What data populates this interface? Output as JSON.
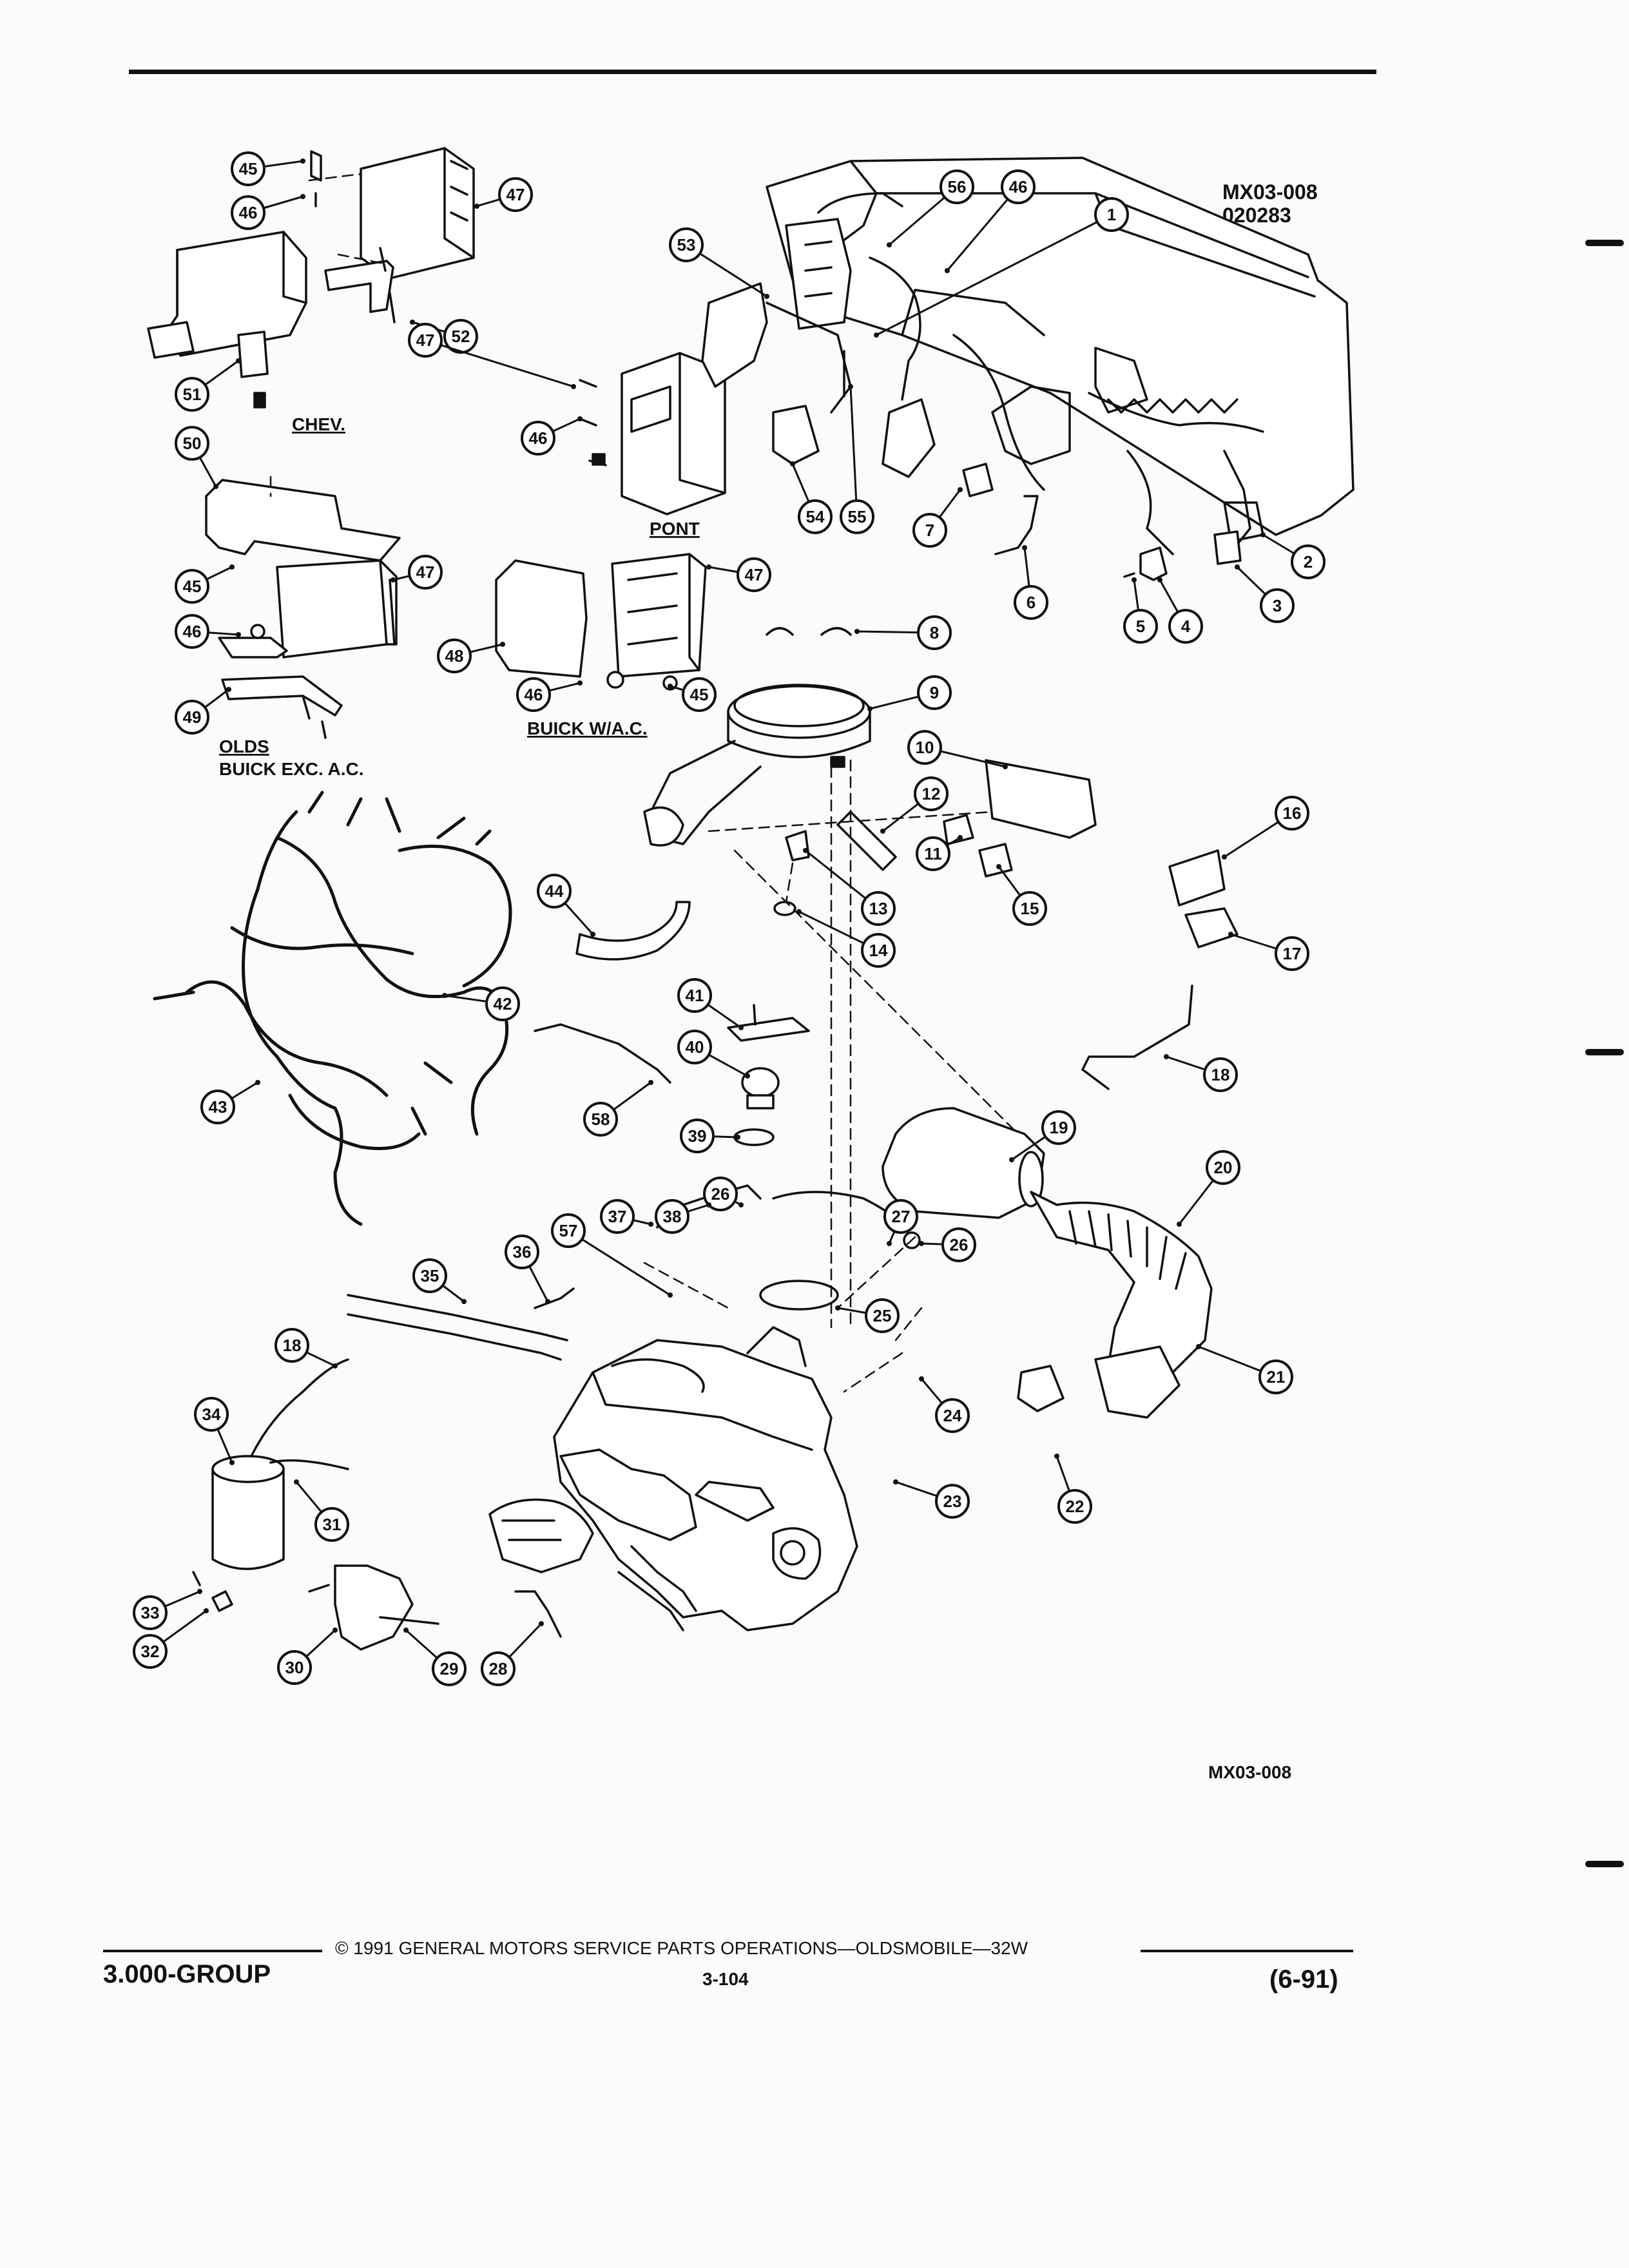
{
  "header": {
    "code_line1": "MX03-008",
    "code_line2": "020283"
  },
  "figure": {
    "group_labels": {
      "chev": "CHEV.",
      "pont": "PONT",
      "olds": "OLDS",
      "buick_exc_ac": "BUICK EXC. A.C.",
      "buick_wac": "BUICK W/A.C."
    },
    "callouts": [
      "45",
      "46",
      "47",
      "52",
      "51",
      "50",
      "45",
      "46",
      "47",
      "48",
      "49",
      "46",
      "45",
      "47",
      "47",
      "46",
      "53",
      "56",
      "46",
      "1",
      "54",
      "55",
      "7",
      "6",
      "2",
      "3",
      "4",
      "5",
      "8",
      "9",
      "10",
      "12",
      "11",
      "15",
      "16",
      "17",
      "13",
      "14",
      "44",
      "42",
      "43",
      "41",
      "40",
      "58",
      "39",
      "18",
      "19",
      "20",
      "26",
      "38",
      "37",
      "27",
      "26",
      "36",
      "57",
      "25",
      "35",
      "18",
      "34",
      "24",
      "23",
      "21",
      "22",
      "31",
      "33",
      "32",
      "30",
      "29",
      "28"
    ],
    "figure_code": "MX03-008"
  },
  "footer": {
    "group": "3.000-GROUP",
    "copyright": "© 1991 GENERAL MOTORS SERVICE PARTS OPERATIONS—OLDSMOBILE—32W",
    "page": "3-104",
    "date": "(6-91)"
  }
}
